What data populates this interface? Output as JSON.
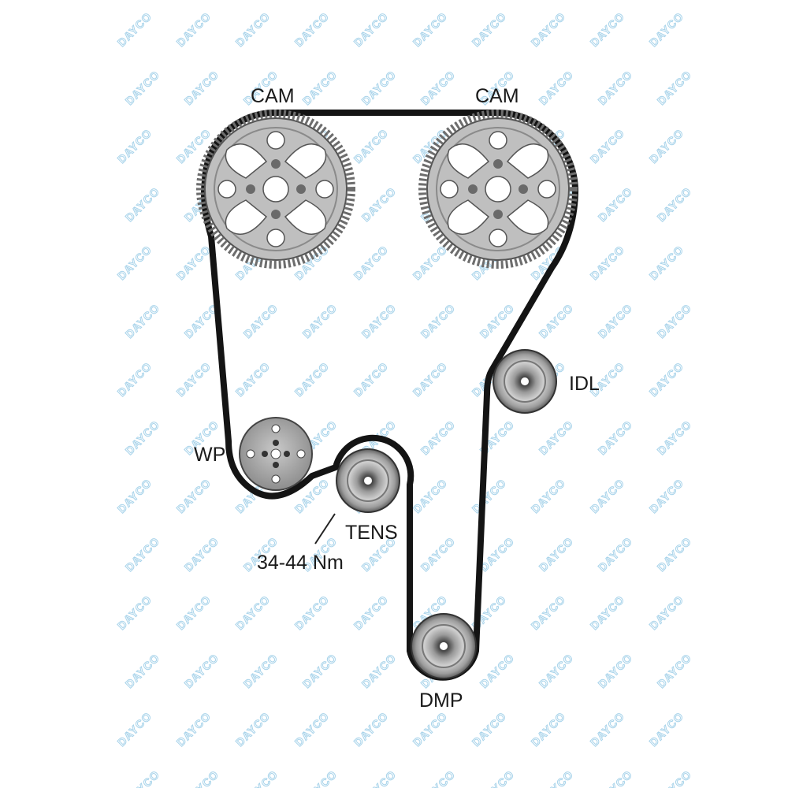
{
  "diagram": {
    "labels": {
      "cam_left": "CAM",
      "cam_right": "CAM",
      "idler": "IDL",
      "water_pump": "WP",
      "tensioner": "TENS",
      "torque": "34-44 Nm",
      "damper": "DMP"
    },
    "watermark": "DAYCO",
    "colors": {
      "belt": "#141414",
      "gear_face": "#bfbfbf",
      "gear_teeth": "#6d6d6d",
      "pulley_light": "#d6d6d6",
      "pulley_dark": "#6a6a6a",
      "watermark": "#9fcfe8"
    }
  }
}
